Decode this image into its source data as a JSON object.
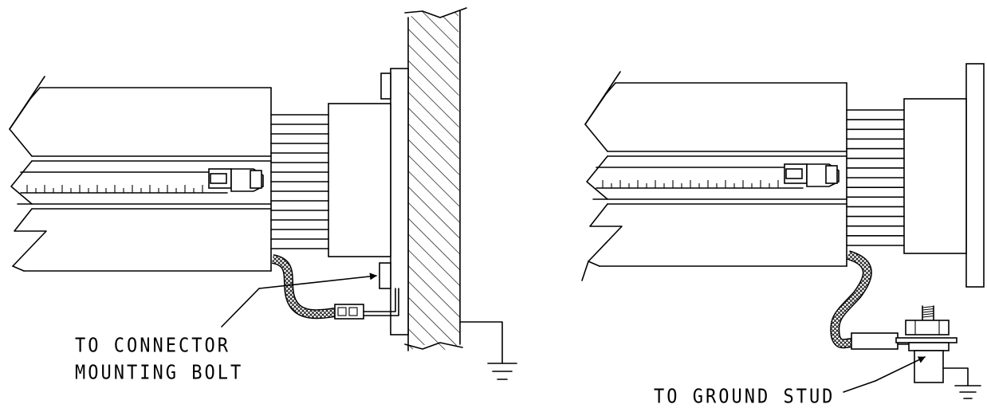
{
  "left_figure": {
    "callout_line1": "TO CONNECTOR",
    "callout_line2": "MOUNTING BOLT"
  },
  "right_figure": {
    "callout": "TO GROUND STUD"
  }
}
